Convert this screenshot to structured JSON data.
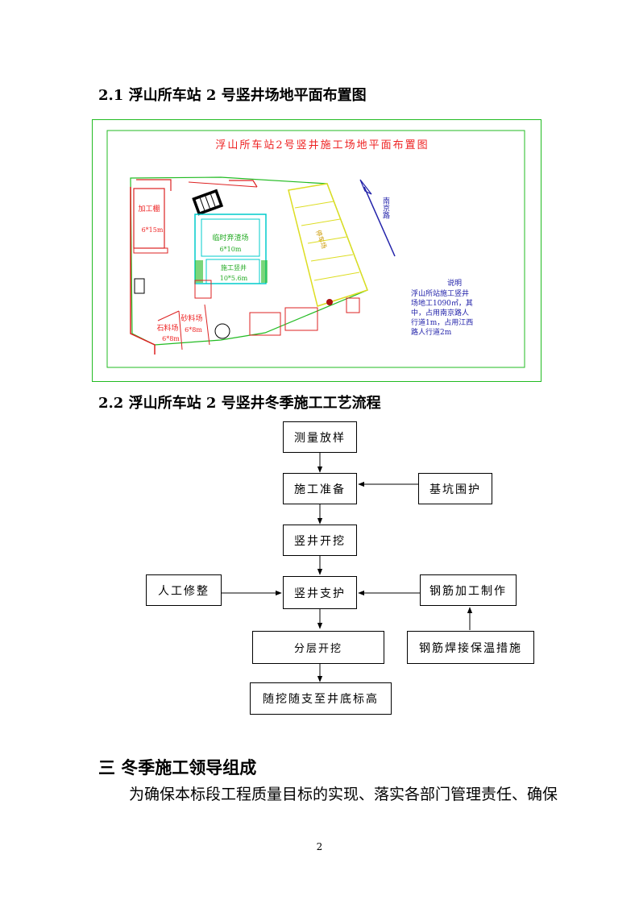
{
  "section_2_1": {
    "heading": "2.1  浮山所车站 2 号竖井场地平面布置图"
  },
  "site_plan": {
    "title": "浮山所车站2号竖井施工场地平面布置图",
    "labels": {
      "processing_shed": "加工棚",
      "processing_shed_size": "6*15m",
      "temp_stockyard": "临时弃渣场",
      "temp_stockyard_size": "6*10m",
      "shaft": "施工竖井",
      "shaft_size": "10*5.6m",
      "stone_yard": "石料场",
      "stone_yard_size": "6*8m",
      "sand_yard": "砂料场",
      "sand_yard_size": "6*8m",
      "road": "南京路",
      "parking": "停车场"
    },
    "note_title": "说明",
    "note_lines": [
      "浮山所站施工竖井",
      "场地工1090㎡，其",
      "中，占用南京路人",
      "行道1m，占用江西",
      "路人行道2m"
    ],
    "colors": {
      "outer_border": "#22bb22",
      "site_boundary": "#22bb22",
      "yard_boundary": "#dd2222",
      "shaft_area": "#00cccc",
      "parking": "#dddd22",
      "text_red": "#ee2222",
      "note_blue": "#2222aa"
    }
  },
  "section_2_2": {
    "heading": "2.2  浮山所车站 2 号竖井冬季施工工艺流程"
  },
  "flow": {
    "survey": "测量放样",
    "prep": "施工准备",
    "pit_protect": "基坑围护",
    "shaft_excavate": "竖井开挖",
    "manual_trim": "人工修整",
    "shaft_support": "竖井支护",
    "rebar_make": "钢筋加工制作",
    "layer_excavate": "分层开挖",
    "rebar_weld": "钢筋焊接保温措施",
    "final": "随挖随支至井底标高"
  },
  "section_3": {
    "heading": "三  冬季施工领导组成",
    "paragraph": "为确保本标段工程质量目标的实现、落实各部门管理责任、确保"
  },
  "page_number": "2"
}
